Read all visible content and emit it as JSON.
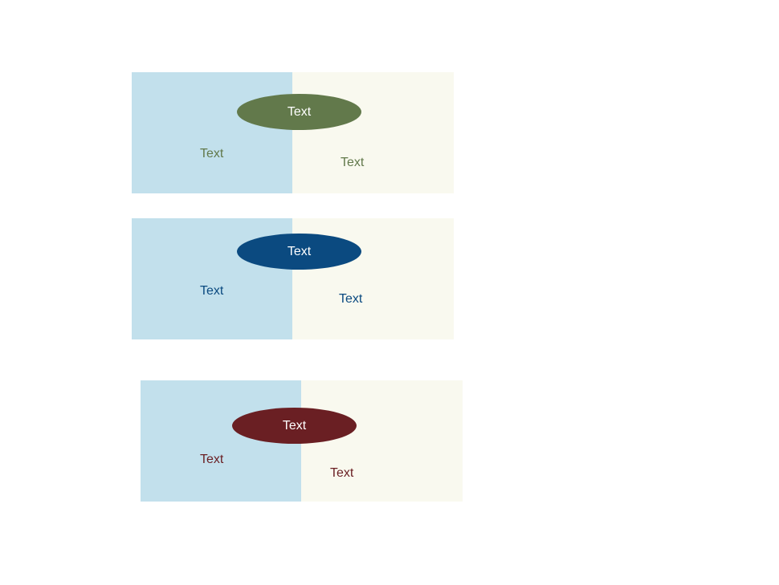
{
  "panels": [
    {
      "color": "#62794b",
      "ellipse_label": "Text",
      "left_label": "Text",
      "right_label": "Text",
      "left_fill": "#c2e0ec",
      "right_fill": "#f9f9ef"
    },
    {
      "color": "#0b4a80",
      "ellipse_label": "Text",
      "left_label": "Text",
      "right_label": "Text",
      "left_fill": "#c2e0ec",
      "right_fill": "#f9f9ef"
    },
    {
      "color": "#6a1f23",
      "ellipse_label": "Text",
      "left_label": "Text",
      "right_label": "Text",
      "left_fill": "#c2e0ec",
      "right_fill": "#f9f9ef"
    }
  ]
}
